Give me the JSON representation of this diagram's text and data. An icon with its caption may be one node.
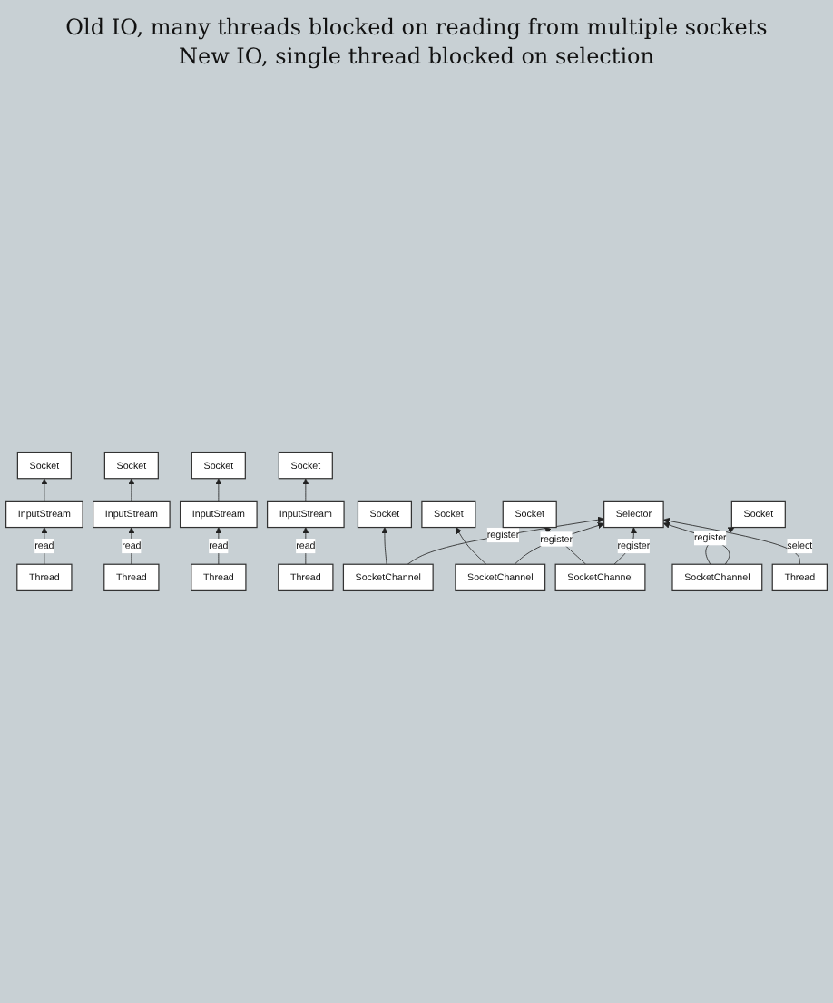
{
  "diagram": {
    "nodes": [
      {
        "text": [
          "Socket"
        ]
      },
      {
        "text": [
          "Socket"
        ]
      },
      {
        "text": [
          "Socket"
        ]
      },
      {
        "text": [
          "Socket"
        ]
      },
      {
        "text": [
          "InputStream"
        ]
      },
      {
        "text": [
          "InputStream"
        ]
      },
      {
        "text": [
          "InputStream"
        ]
      },
      {
        "text": [
          "InputStream"
        ]
      },
      {
        "text": [
          "Thread"
        ]
      },
      {
        "text": [
          "Thread"
        ]
      },
      {
        "text": [
          "Thread"
        ]
      },
      {
        "text": [
          "Thread"
        ]
      },
      {
        "text": [
          "Socket"
        ]
      },
      {
        "text": [
          "Socket"
        ]
      },
      {
        "text": [
          "Socket"
        ]
      },
      {
        "text": [
          "Socket"
        ]
      },
      {
        "text": [
          "SocketChannel"
        ]
      },
      {
        "text": [
          "SocketChannel"
        ]
      },
      {
        "text": [
          "SocketChannel"
        ]
      },
      {
        "text": [
          "SocketChannel"
        ]
      },
      {
        "text": [
          "Selector"
        ]
      },
      {
        "text": [
          "Thread"
        ]
      }
    ],
    "edges": [
      {
        "from": 4,
        "to": 0,
        "arrow": "to"
      },
      {
        "from": 8,
        "to": 4,
        "label": "read",
        "arrow": "to"
      },
      {
        "from": 5,
        "to": 1,
        "arrow": "to"
      },
      {
        "from": 9,
        "to": 5,
        "label": "read",
        "arrow": "to"
      },
      {
        "from": 6,
        "to": 2,
        "arrow": "to"
      },
      {
        "from": 10,
        "to": 6,
        "label": "read",
        "arrow": "to"
      },
      {
        "from": 7,
        "to": 3,
        "arrow": "to"
      },
      {
        "from": 11,
        "to": 7,
        "label": "read",
        "arrow": "to"
      },
      {
        "from": 16,
        "to": 12,
        "arrow": "to"
      },
      {
        "from": 17,
        "to": 13,
        "arrow": "to"
      },
      {
        "from": 18,
        "to": 14,
        "arrow": "to"
      },
      {
        "from": 19,
        "to": 15,
        "arrow": "to"
      },
      {
        "from": 16,
        "to": 20,
        "label": "register",
        "arrow": "to"
      },
      {
        "from": 17,
        "to": 20,
        "label": "register",
        "arrow": "to"
      },
      {
        "from": 18,
        "to": 20,
        "label": "register",
        "arrow": "to"
      },
      {
        "from": 19,
        "to": 20,
        "label": "register",
        "arrow": "to"
      },
      {
        "from": 21,
        "to": 20,
        "label": "select",
        "arrow": "to"
      }
    ],
    "labels": [
      "Old IO, many threads blocked on reading from multiple sockets",
      "New IO, single thread blocked on selection"
    ]
  }
}
